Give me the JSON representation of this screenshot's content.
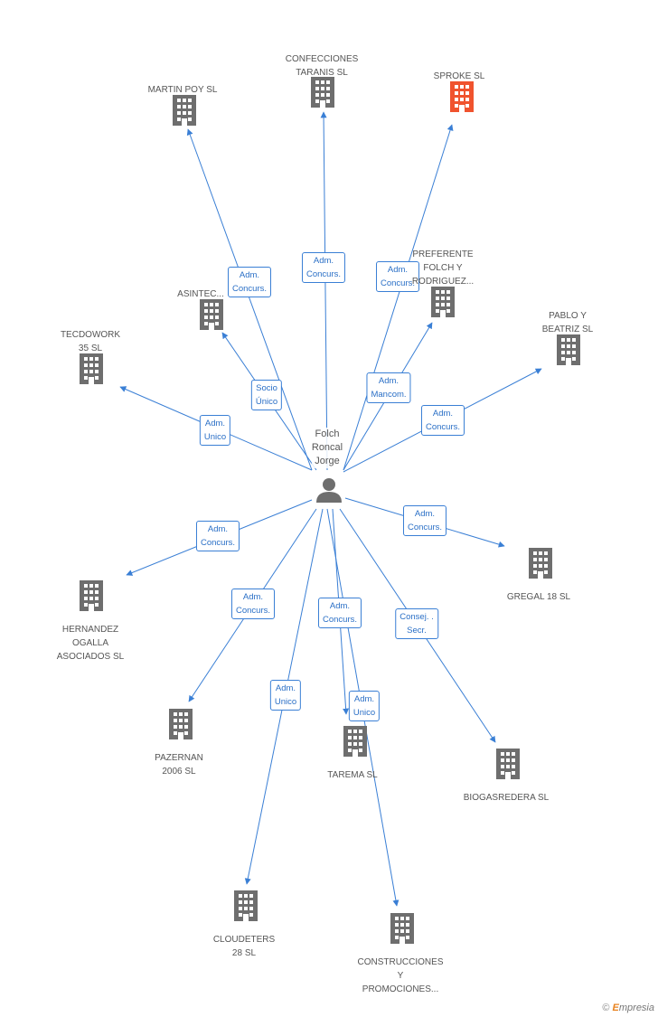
{
  "center": {
    "name": "Folch\nRoncal\nJorge",
    "icon": "person-icon"
  },
  "colors": {
    "edge": "#3a7fd5",
    "building": "#6e6e6e",
    "highlight": "#f0532e"
  },
  "nodes": [
    {
      "id": "martin-poy-sl",
      "label": "MARTIN POY SL",
      "highlight": false,
      "role": "Adm.\nConcurs."
    },
    {
      "id": "confecciones-taranis-sl",
      "label": "CONFECCIONES\nTARANIS SL",
      "highlight": false,
      "role": "Adm.\nConcurs."
    },
    {
      "id": "sproke-sl",
      "label": "SPROKE SL",
      "highlight": true,
      "role": "Adm.\nConcurs."
    },
    {
      "id": "preferente-folch",
      "label": "PREFERENTE\nFOLCH Y\nRODRIGUEZ...",
      "highlight": false,
      "role": "Adm.\nMancom."
    },
    {
      "id": "asintec",
      "label": "ASINTEC...",
      "highlight": false,
      "role": "Socio\nÚnico"
    },
    {
      "id": "tecdowork-35-sl",
      "label": "TECDOWORK\n35  SL",
      "highlight": false,
      "role": "Adm.\nUnico"
    },
    {
      "id": "pablo-y-beatriz-sl",
      "label": "PABLO Y\nBEATRIZ SL",
      "highlight": false,
      "role": "Adm.\nConcurs."
    },
    {
      "id": "gregal-18-sl",
      "label": "GREGAL 18 SL",
      "highlight": false,
      "role": "Adm.\nConcurs."
    },
    {
      "id": "hernandez-ogalla",
      "label": "HERNANDEZ\nOGALLA\nASOCIADOS SL",
      "highlight": false,
      "role": "Adm.\nConcurs."
    },
    {
      "id": "pazernan-2006-sl",
      "label": "PAZERNAN\n2006 SL",
      "highlight": false,
      "role": "Adm.\nConcurs."
    },
    {
      "id": "tarema-sl",
      "label": "TAREMA SL",
      "highlight": false,
      "role": "Adm.\nConcurs."
    },
    {
      "id": "biogasredera-sl",
      "label": "BIOGASREDERA SL",
      "highlight": false,
      "role": "Consej. .\nSecr."
    },
    {
      "id": "cloudeters-28-sl",
      "label": "CLOUDETERS\n28  SL",
      "highlight": false,
      "role": "Adm.\nUnico"
    },
    {
      "id": "construcciones-promociones",
      "label": "CONSTRUCCIONES\nY\nPROMOCIONES...",
      "highlight": false,
      "role": "Adm.\nUnico"
    }
  ],
  "credit": {
    "symbol": "©",
    "brand_initial": "E",
    "brand_rest": "mpresia"
  }
}
